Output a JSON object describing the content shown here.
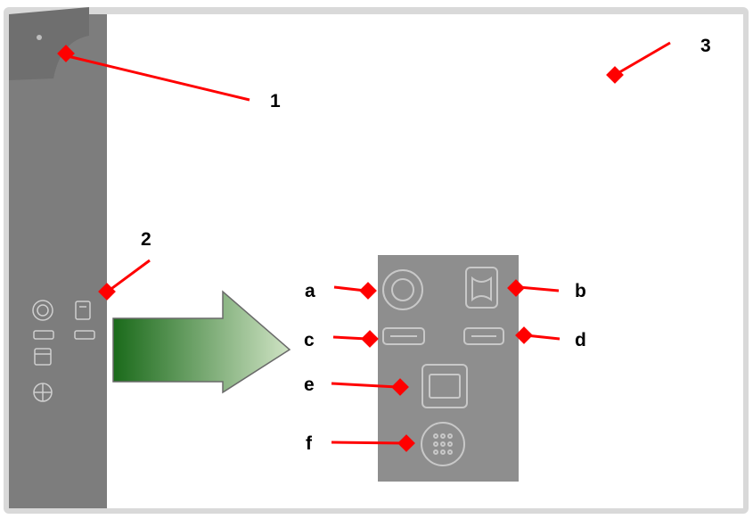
{
  "callouts": {
    "pen_tray": "1",
    "function_panel": "2",
    "writing_surface": "3"
  },
  "panel_keys": {
    "a": "a",
    "b": "b",
    "c": "c",
    "d": "d",
    "e": "e",
    "f": "f"
  },
  "colors": {
    "frame": "#d9d9d9",
    "side_strip": "#7d7d7d",
    "corner_cap": "#6f6f6f",
    "panel_zoom": "#8e8e8e",
    "panel_icon_stroke": "#c8c8c8",
    "leader_line": "#ff0000",
    "arrow_start": "#1a6a1a",
    "arrow_end": "#cfe3c4"
  },
  "icons": {
    "a": "ring-icon",
    "b": "screen-frame-icon",
    "c": "left-keyboard-icon",
    "d": "right-keyboard-icon",
    "e": "window-icon",
    "f": "keypad-icon"
  }
}
